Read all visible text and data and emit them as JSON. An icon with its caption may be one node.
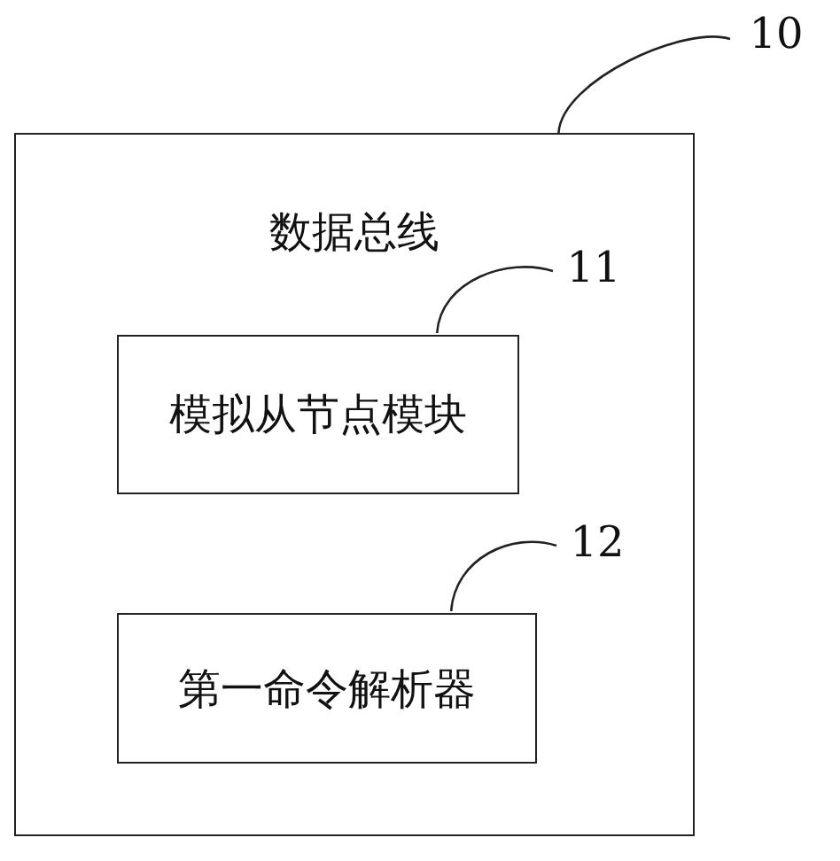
{
  "diagram": {
    "nodes": [
      {
        "text": [
          "10"
        ]
      },
      {
        "text": [
          "数据总线"
        ]
      },
      {
        "text": [
          "11"
        ],
        "in": 1
      },
      {
        "text": [
          "模拟从节点模块"
        ],
        "in": 1
      },
      {
        "text": [
          "12"
        ],
        "in": 1
      },
      {
        "text": [
          "第一命令解析器"
        ],
        "in": 1
      }
    ],
    "edges": [
      {
        "from": 0,
        "to": 1,
        "arrow": "none"
      },
      {
        "from": 2,
        "to": 3,
        "arrow": "none"
      },
      {
        "from": 4,
        "to": 5,
        "arrow": "none"
      }
    ]
  }
}
